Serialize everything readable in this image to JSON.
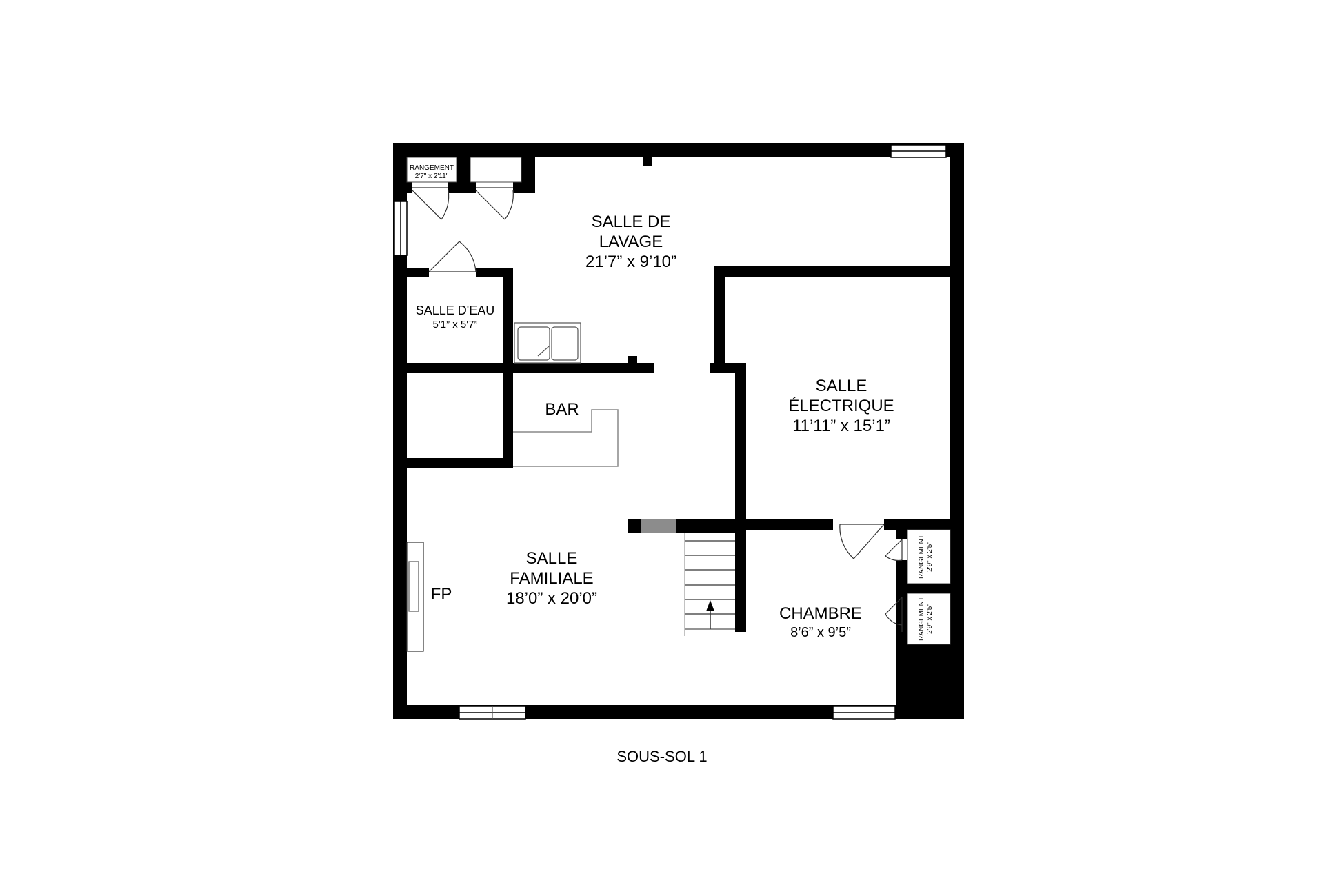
{
  "floor": {
    "name": "SOUS-SOL 1"
  },
  "rooms": {
    "salle_de_lavage": {
      "name_line1": "SALLE DE",
      "name_line2": "LAVAGE",
      "dimensions": "21’7” x 9’10”"
    },
    "salle_electrique": {
      "name_line1": "SALLE",
      "name_line2": "ÉLECTRIQUE",
      "dimensions": "11’11” x 15’1”"
    },
    "salle_deau": {
      "name": "SALLE D'EAU",
      "dimensions": "5'1” x 5'7”"
    },
    "bar": {
      "name": "BAR"
    },
    "salle_familiale": {
      "name_line1": "SALLE",
      "name_line2": "FAMILIALE",
      "dimensions": "18’0” x 20’0”"
    },
    "chambre": {
      "name": "CHAMBRE",
      "dimensions": "8’6” x 9’5”"
    },
    "rangement_top": {
      "name": "RANGEMENT",
      "dimensions": "2'7\" x 2'11\""
    },
    "rangement_right_1": {
      "name": "RANGEMENT",
      "dimensions": "2'9\" x 2'5\""
    },
    "rangement_right_2": {
      "name": "RANGEMENT",
      "dimensions": "2'9\" x 2'5\""
    },
    "fireplace": {
      "label": "FP"
    }
  },
  "colors": {
    "wall": "#000000",
    "fixture": "#808080",
    "background": "#ffffff"
  }
}
